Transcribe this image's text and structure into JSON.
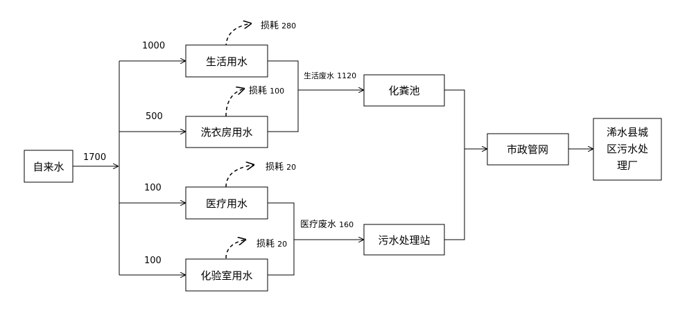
{
  "nodes": {
    "tap_water": "自来水",
    "domestic_water": "生活用水",
    "laundry_water": "洗衣房用水",
    "medical_water": "医疗用水",
    "lab_water": "化验室用水",
    "septic_tank": "化粪池",
    "sewage_station": "污水处理站",
    "municipal_network": "市政管网",
    "wwtp": [
      "浠水县城",
      "区污水处",
      "理厂"
    ]
  },
  "flows": {
    "tap_total": "1700",
    "to_domestic": "1000",
    "to_laundry": "500",
    "to_medical": "100",
    "to_lab": "100"
  },
  "losses": {
    "domestic": {
      "label": "损耗",
      "value": "280"
    },
    "laundry": {
      "label": "损耗",
      "value": "100"
    },
    "medical": {
      "label": "损耗",
      "value": "20"
    },
    "lab": {
      "label": "损耗",
      "value": "20"
    }
  },
  "wastewater": {
    "domestic": {
      "label": "生活废水",
      "value": "1120"
    },
    "medical": {
      "label": "医疗废水",
      "value": "160"
    }
  }
}
